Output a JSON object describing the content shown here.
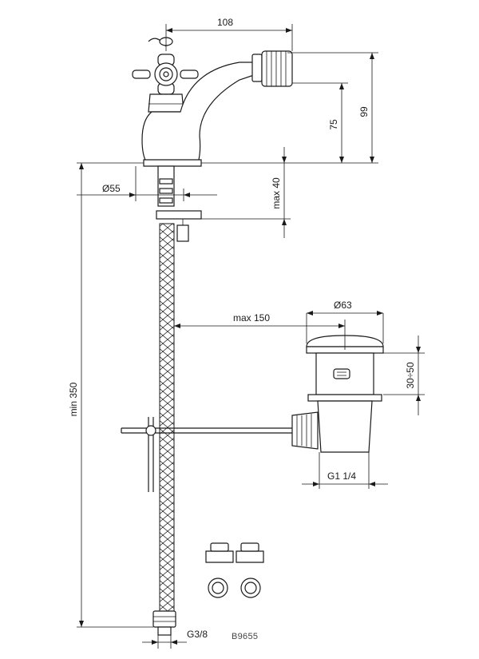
{
  "dimensions": {
    "width_top": "108",
    "height_99": "99",
    "height_75": "75",
    "base_diameter": "Ø55",
    "max_40": "max 40",
    "min_350": "min 350",
    "max_150": "max 150",
    "drain_diameter": "Ø63",
    "drain_range": "30÷50",
    "drain_thread": "G1 1/4",
    "hose_thread": "G3/8"
  },
  "product_code": "B9655",
  "colors": {
    "line": "#1a1a1a",
    "background": "#ffffff"
  }
}
